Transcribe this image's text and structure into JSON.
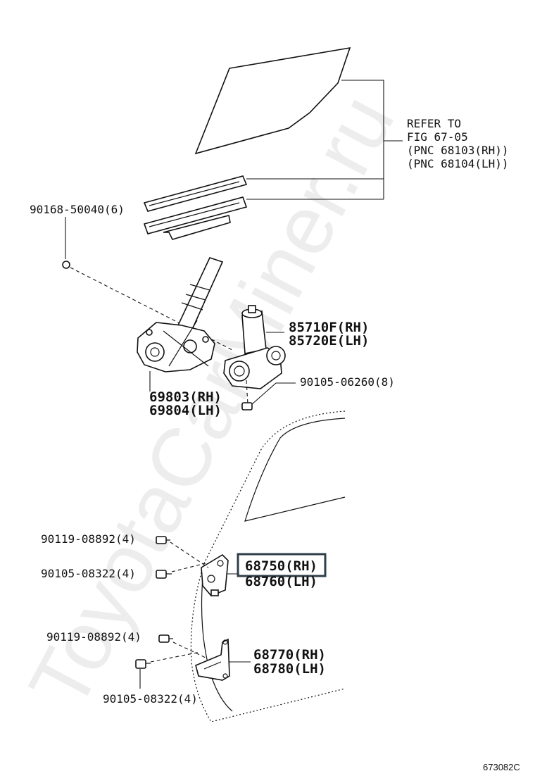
{
  "watermark": "ToyotaCarMiner.ru",
  "refer": {
    "line1": "REFER TO",
    "line2": "FIG 67-05",
    "line3": "(PNC 68103(RH))",
    "line4": "(PNC 68104(LH))"
  },
  "callouts": {
    "screw_top": "90168-50040(6)",
    "motor_rh": "85710F(RH)",
    "motor_lh": "85720E(LH)",
    "bolt_motor": "90105-06260(8)",
    "regulator_rh": "69803(RH)",
    "regulator_lh": "69804(LH)",
    "upper_bolt1": "90119-08892(4)",
    "upper_bolt2": "90105-08322(4)",
    "upper_hinge_rh": "68750(RH)",
    "upper_hinge_lh": "68760(LH)",
    "lower_bolt1": "90119-08892(4)",
    "lower_bolt2": "90105-08322(4)",
    "lower_hinge_rh": "68770(RH)",
    "lower_hinge_lh": "68780(LH)"
  },
  "highlight_color": "#2f3f4a",
  "figure_id": "673082C"
}
